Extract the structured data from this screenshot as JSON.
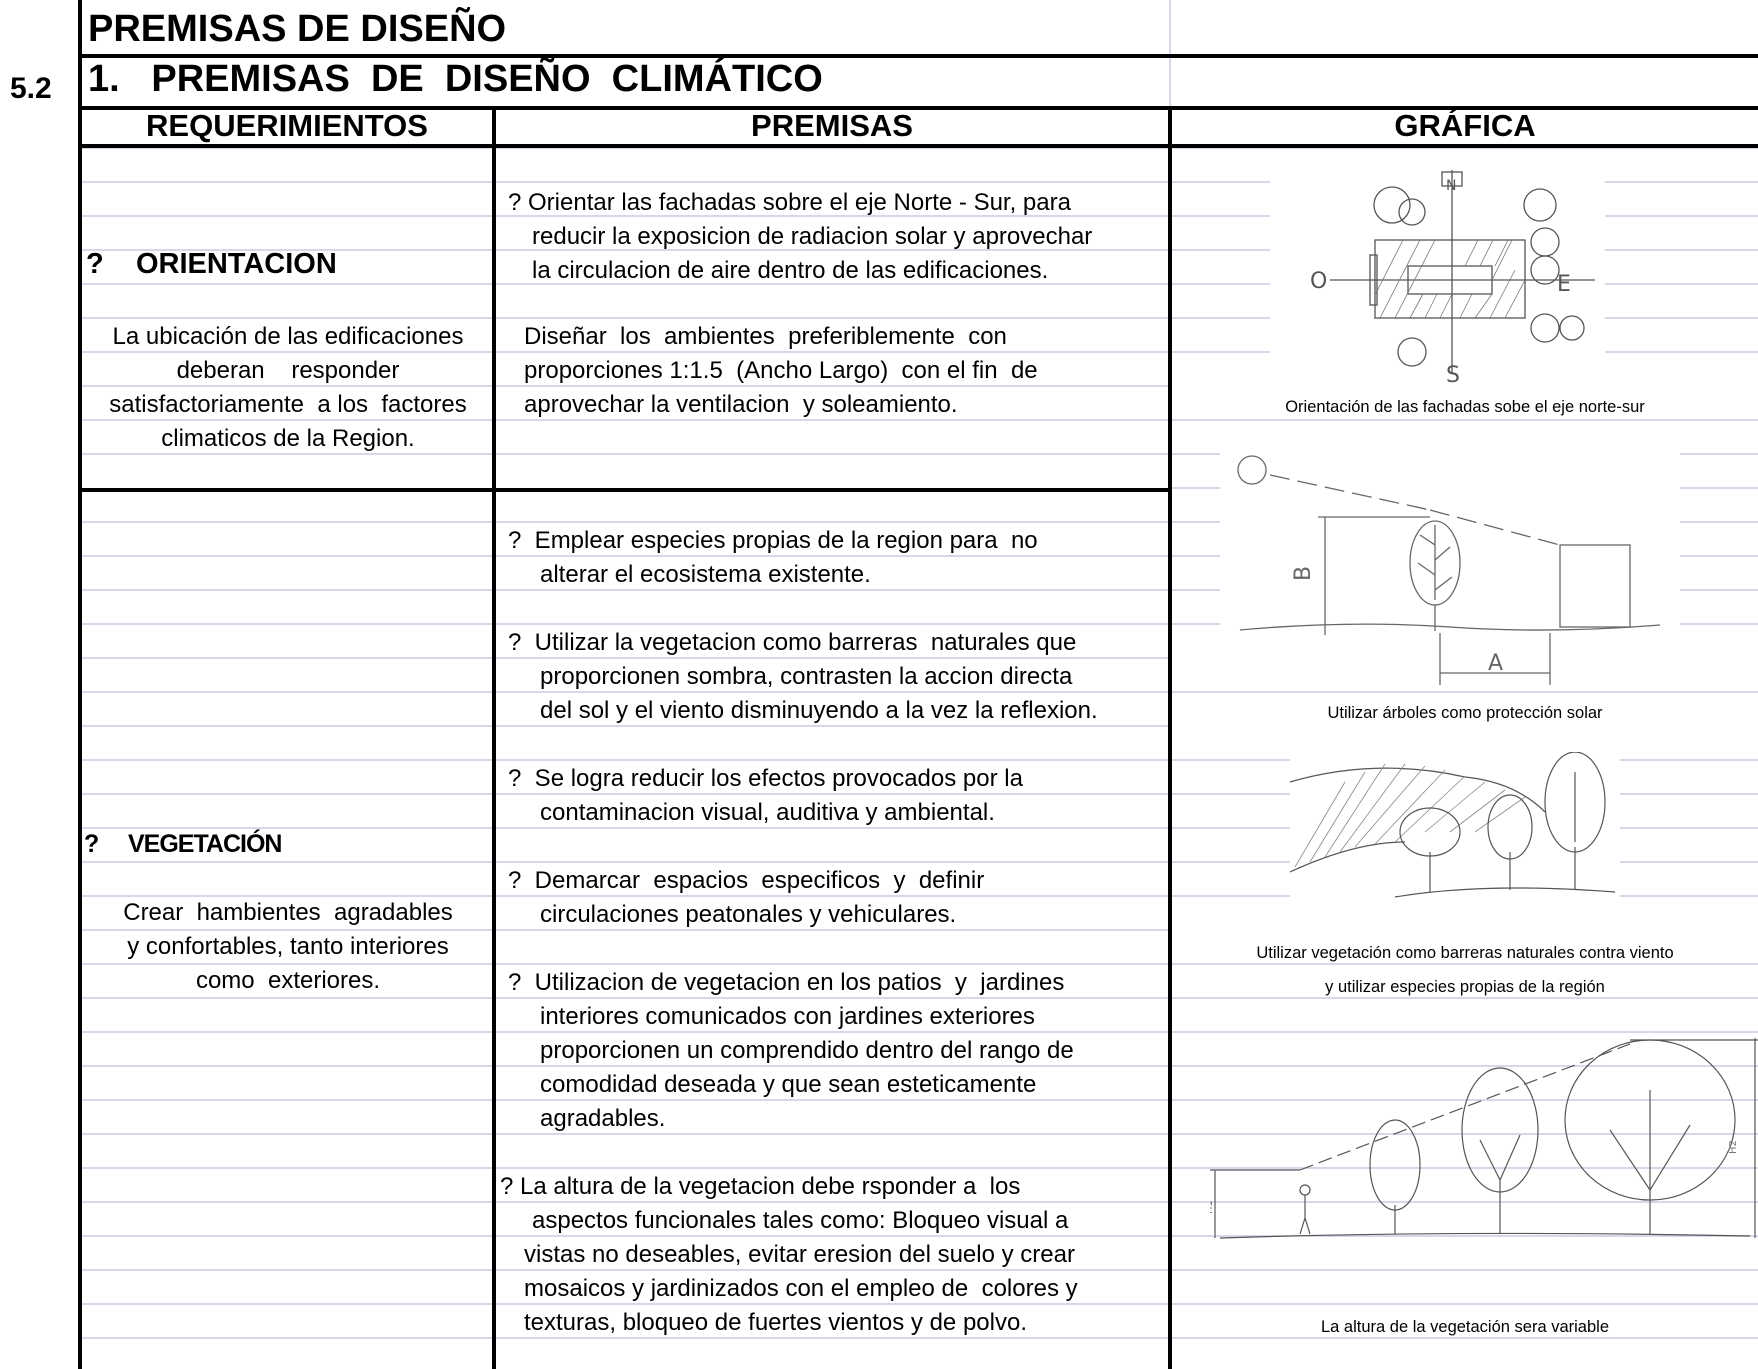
{
  "section_number": "5.2",
  "title": "PREMISAS DE DISEÑO",
  "subtitle": "1.   PREMISAS  DE  DISEÑO  CLIMÁTICO",
  "columns": {
    "requerimientos": "REQUERIMIENTOS",
    "premisas": "PREMISAS",
    "grafica": "GRÁFICA"
  },
  "orientacion": {
    "title": "?    ORIENTACION",
    "description": [
      "La ubicación de las edificaciones",
      "deberan    responder",
      "satisfactoriamente  a los  factores",
      "climaticos de la Region."
    ],
    "premisas": [
      "? Orientar las fachadas sobre el eje Norte - Sur, para",
      "reducir la exposicion de radiacion solar y aprovechar",
      "la circulacion de aire dentro de las edificaciones.",
      "Diseñar  los  ambientes  preferiblemente  con",
      "proporciones 1:1.5  (Ancho Largo)  con el fin  de",
      "aprovechar la ventilacion  y soleamiento."
    ],
    "figure_caption": "Orientación de las fachadas sobe el eje norte-sur",
    "compass": {
      "n": "N",
      "s": "S",
      "e": "E",
      "o": "O"
    }
  },
  "vegetacion": {
    "title": "?     VEGETACIÓN",
    "description": [
      "Crear  hambientes  agradables",
      "y confortables, tanto interiores",
      "como  exteriores."
    ],
    "premisas": [
      "?  Emplear especies propias de la region para  no",
      "alterar el ecosistema existente.",
      "?  Utilizar la vegetacion como barreras  naturales que",
      "proporcionen sombra, contrasten la accion directa",
      "del sol y el viento disminuyendo a la vez la reflexion.",
      "?  Se logra reducir los efectos provocados por la",
      "contaminacion visual, auditiva y ambiental.",
      "?  Demarcar  espacios  especificos  y  definir",
      "circulaciones peatonales y vehiculares.",
      "?  Utilizacion de vegetacion en los patios  y  jardines",
      "interiores comunicados con jardines exteriores",
      "proporcionen un comprendido dentro del rango de",
      "comodidad deseada y que sean esteticamente",
      "agradables.",
      "? La altura de la vegetacion debe rsponder a  los",
      "aspectos funcionales tales como:  Bloqueo visual a",
      "vistas no deseables, evitar eresion del suelo y crear",
      "mosaicos y jardinizados con el empleo de  colores y",
      "texturas, bloqueo de fuertes vientos y de polvo."
    ],
    "captions": [
      "Utilizar árboles como protección solar",
      "Utilizar vegetación como barreras naturales contra viento",
      "y utilizar especies propias de la región",
      "La altura de la vegetación sera variable"
    ],
    "dimension_labels": {
      "a": "A",
      "b": "B",
      "h1": "H1",
      "h2": "H2"
    }
  }
}
